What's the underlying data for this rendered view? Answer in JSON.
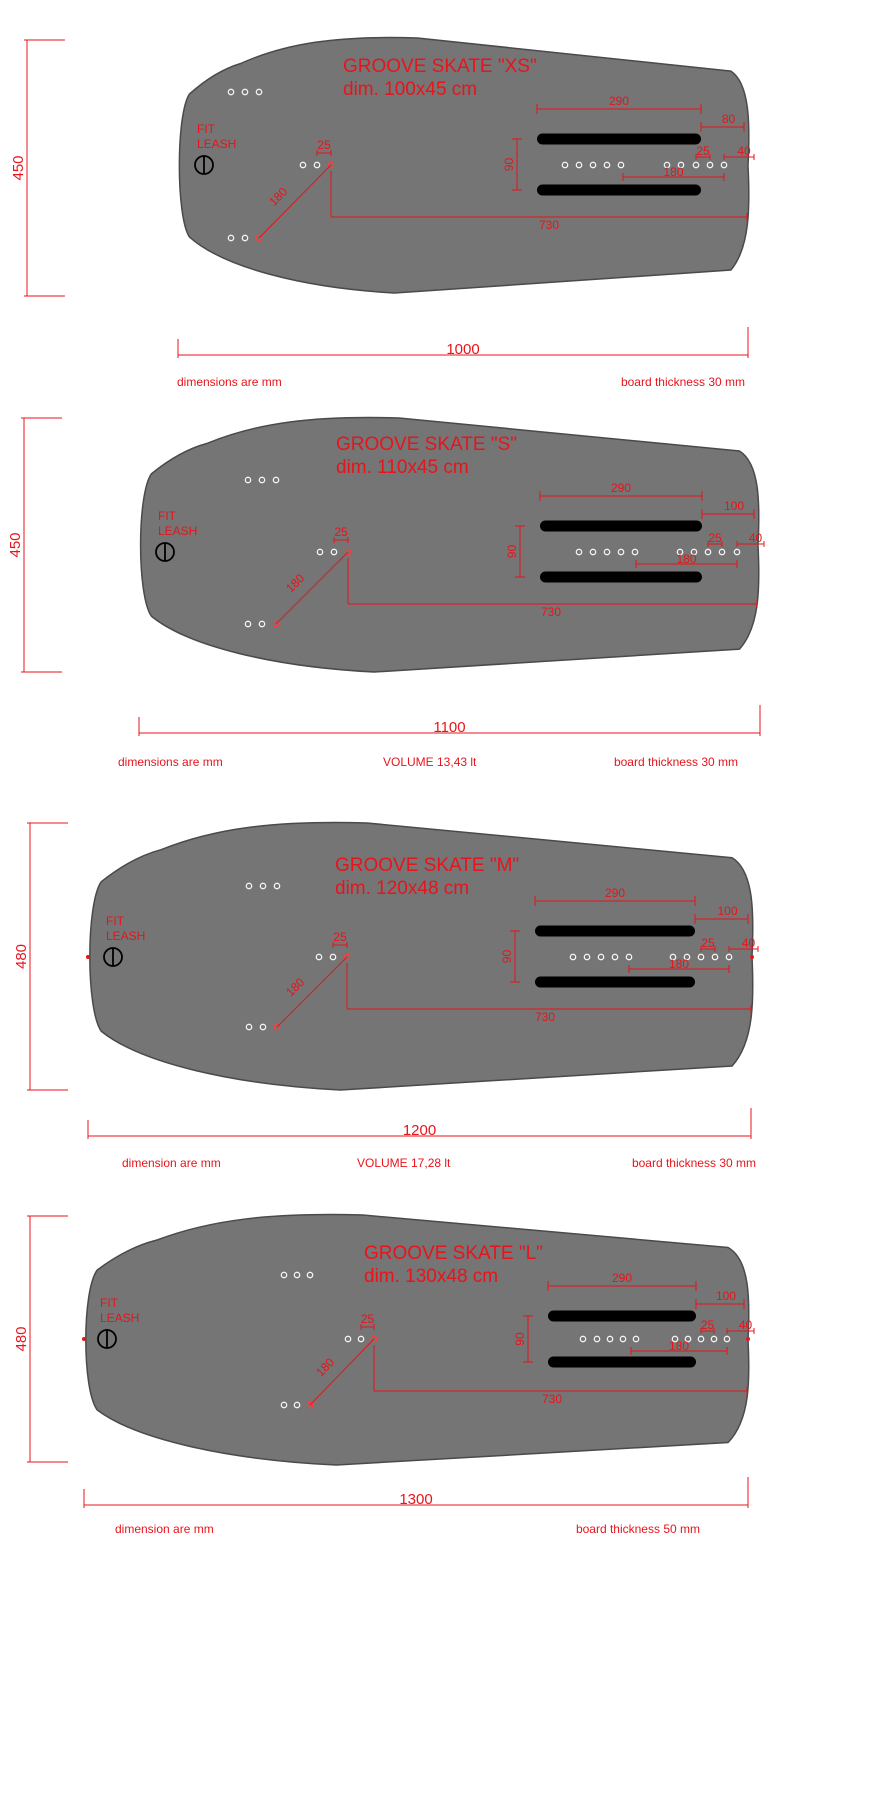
{
  "boards": [
    {
      "title": "GROOVE SKATE \"XS\"",
      "dim": "dim. 100x45 cm",
      "fit": "FIT",
      "leash": "LEASH",
      "height_label": "450",
      "length_label": "1000",
      "foot_note_left": "dimensions are mm",
      "foot_note_mid": "",
      "foot_note_right": "board thickness 30 mm",
      "d290": "290",
      "d80": "80",
      "d90": "90",
      "d25a": "25",
      "d25b": "25",
      "d40": "40",
      "d180a": "180",
      "d180b": "180",
      "d730": "730"
    },
    {
      "title": "GROOVE SKATE \"S\"",
      "dim": "dim. 110x45 cm",
      "fit": "FIT",
      "leash": "LEASH",
      "height_label": "450",
      "length_label": "1100",
      "foot_note_left": "dimensions are mm",
      "foot_note_mid": "VOLUME 13,43 lt",
      "foot_note_right": "board thickness 30 mm",
      "d290": "290",
      "d80": "100",
      "d90": "90",
      "d25a": "25",
      "d25b": "25",
      "d40": "40",
      "d180a": "180",
      "d180b": "180",
      "d730": "730"
    },
    {
      "title": "GROOVE SKATE \"M\"",
      "dim": "dim. 120x48 cm",
      "fit": "FIT",
      "leash": "LEASH",
      "height_label": "480",
      "length_label": "1200",
      "foot_note_left": "dimension are mm",
      "foot_note_mid": "VOLUME 17,28 lt",
      "foot_note_right": "board thickness 30 mm",
      "d290": "290",
      "d80": "100",
      "d90": "90",
      "d25a": "25",
      "d25b": "25",
      "d40": "40",
      "d180a": "180",
      "d180b": "180",
      "d730": "730"
    },
    {
      "title": "GROOVE SKATE \"L\"",
      "dim": "dim. 130x48 cm",
      "fit": "FIT",
      "leash": "LEASH",
      "height_label": "480",
      "length_label": "1300",
      "foot_note_left": "dimension are mm",
      "foot_note_mid": "",
      "foot_note_right": "board thickness 50 mm",
      "d290": "290",
      "d80": "100",
      "d90": "90",
      "d25a": "25",
      "d25b": "25",
      "d40": "40",
      "d180a": "180",
      "d180b": "180",
      "d730": "730"
    }
  ],
  "colors": {
    "dimension_red": "#e8141b",
    "board_gray": "#757575",
    "pad_black": "#000000"
  }
}
